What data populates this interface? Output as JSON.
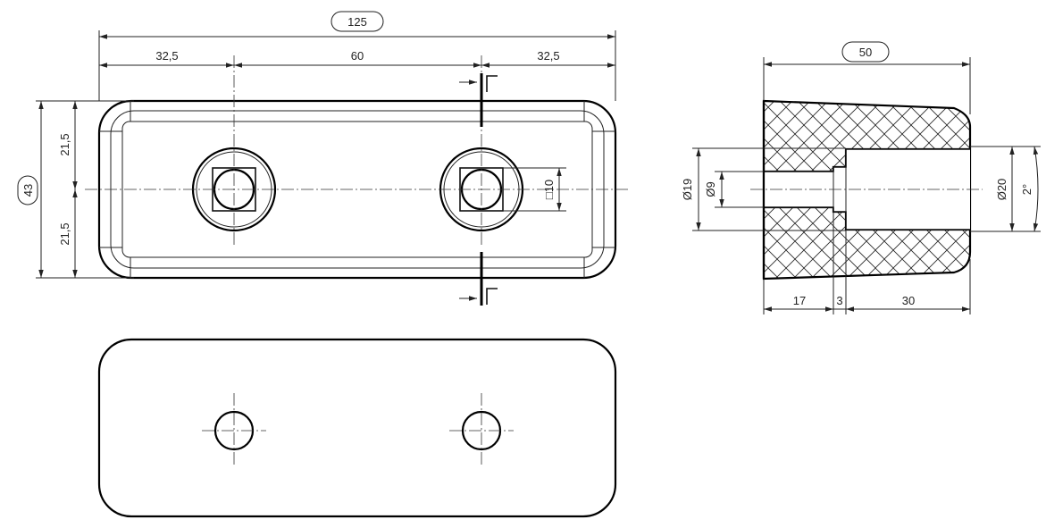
{
  "top_view": {
    "overall_width": "125",
    "edge_left": "32,5",
    "hole_spacing": "60",
    "edge_right": "32,5",
    "height": "43",
    "half_upper": "21,5",
    "half_lower": "21,5",
    "square_hole": "□10"
  },
  "side_view": {
    "overall_length": "50",
    "outer_diameter": "Ø19",
    "bore_diameter": "Ø9",
    "counterbore_diameter": "Ø20",
    "taper_angle": "2°",
    "len_a": "17",
    "len_b": "3",
    "len_c": "30"
  }
}
